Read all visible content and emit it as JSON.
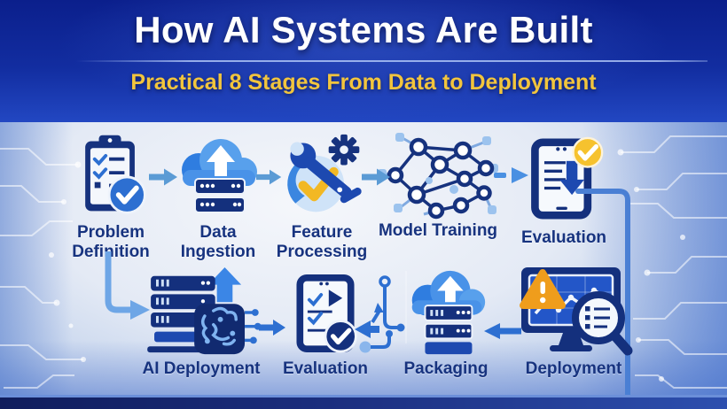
{
  "header": {
    "title": "How AI Systems Are Built",
    "subtitle": "Practical 8 Stages From Data to Deployment"
  },
  "stages": {
    "top": [
      {
        "label": "Problem Definition",
        "icon": "clipboard-checklist-icon"
      },
      {
        "label": "Data Ingestion",
        "icon": "cloud-upload-server-icon"
      },
      {
        "label": "Feature Processing",
        "icon": "wrench-gear-check-icon"
      },
      {
        "label": "Model Training",
        "icon": "neural-network-icon"
      },
      {
        "label": "Evaluation",
        "icon": "tablet-download-check-icon"
      }
    ],
    "bottom": [
      {
        "label": "AI Deployment",
        "icon": "server-ai-chip-icon"
      },
      {
        "label": "Evaluation",
        "icon": "tablet-checklist-play-icon"
      },
      {
        "label": "Packaging",
        "icon": "cloud-server-package-icon"
      },
      {
        "label": "Deployment",
        "icon": "monitor-alert-magnifier-icon"
      }
    ]
  },
  "colors": {
    "header_gradient_top": "#0b1f8c",
    "header_gradient_bottom": "#2247c2",
    "title_text": "#ffffff",
    "subtitle_text": "#f2c53d",
    "stage_label": "#17337f",
    "icon_navy": "#14307d",
    "icon_blue": "#2d6fd1",
    "icon_light_blue": "#8ab9ee",
    "arrow_blue": "#5b9bd5",
    "connector_blue": "#4a7fd4",
    "accent_yellow": "#f6c22e",
    "accent_orange": "#ef9d1c",
    "bottom_bar": "#1b2e7e"
  }
}
